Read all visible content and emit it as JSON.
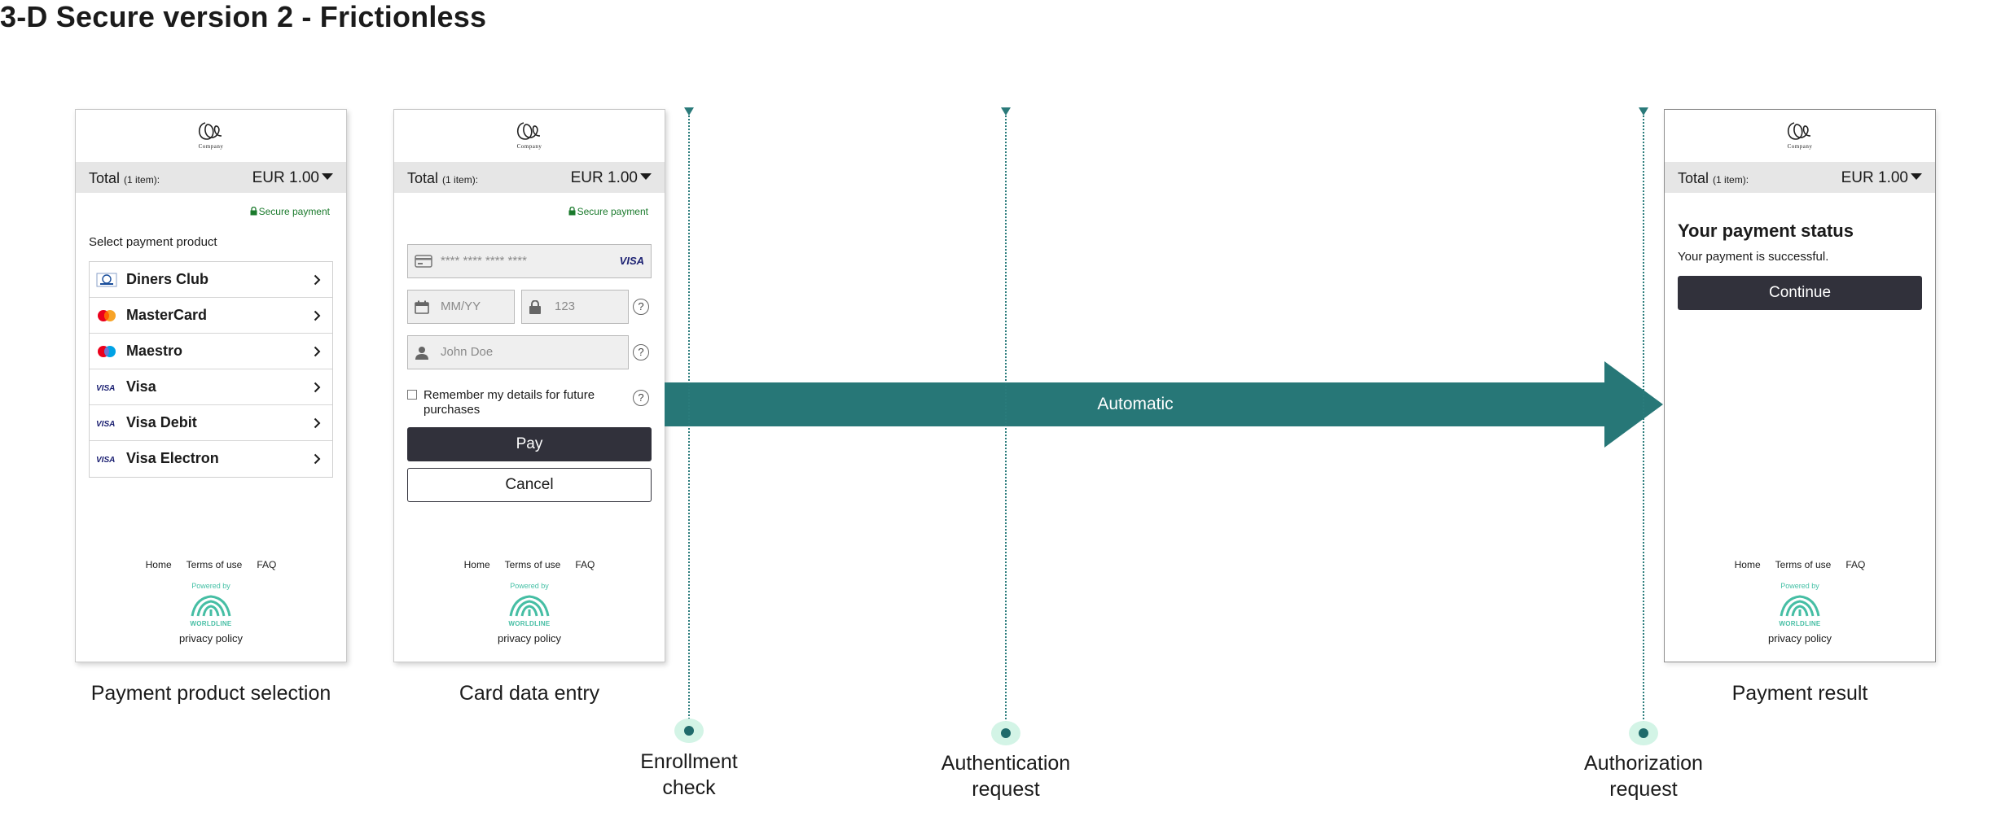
{
  "title": "3-D Secure version 2 - Frictionless",
  "colors": {
    "accent": "#277777",
    "dark_button": "#31313b",
    "secure_green": "#1a7a2c",
    "worldline": "#46bea4"
  },
  "company_logo_text": "Company",
  "total": {
    "label": "Total",
    "items": "(1 item):",
    "amount": "EUR 1.00"
  },
  "secure_payment": "Secure payment",
  "screens": {
    "selection": {
      "caption": "Payment product selection",
      "prompt": "Select payment product",
      "products": [
        {
          "name": "Diners Club",
          "icon": "diners-club-icon"
        },
        {
          "name": "MasterCard",
          "icon": "mastercard-icon"
        },
        {
          "name": "Maestro",
          "icon": "maestro-icon"
        },
        {
          "name": "Visa",
          "icon": "visa-icon"
        },
        {
          "name": "Visa Debit",
          "icon": "visa-icon"
        },
        {
          "name": "Visa Electron",
          "icon": "visa-icon"
        }
      ]
    },
    "card_entry": {
      "caption": "Card data entry",
      "card_placeholder": "**** **** **** ****",
      "card_brand": "VISA",
      "expiry_placeholder": "MM/YY",
      "cvv_placeholder": "123",
      "name_placeholder": "John Doe",
      "help": "?",
      "remember_label": "Remember my details for future purchases",
      "pay_label": "Pay",
      "cancel_label": "Cancel"
    },
    "result": {
      "caption": "Payment result",
      "heading": "Your payment status",
      "message": "Your payment is successful.",
      "continue_label": "Continue"
    }
  },
  "footer": {
    "links": [
      "Home",
      "Terms of use",
      "FAQ"
    ],
    "powered_by": "Powered by",
    "brand": "WORLDLINE",
    "privacy": "privacy policy"
  },
  "flow": {
    "arrow_label": "Automatic",
    "steps": [
      {
        "label": "Enrollment check"
      },
      {
        "label": "Authentication request"
      },
      {
        "label": "Authorization request"
      }
    ]
  }
}
